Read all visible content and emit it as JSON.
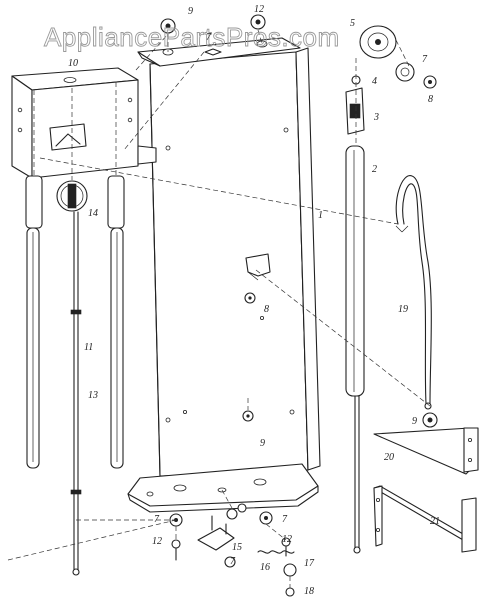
{
  "watermark": "AppliancePartsPros.com",
  "part_numbers": [
    "1",
    "2",
    "3",
    "4",
    "5",
    "7",
    "7",
    "7",
    "7",
    "7",
    "8",
    "8",
    "9",
    "9",
    "9",
    "10",
    "11",
    "12",
    "12",
    "12",
    "13",
    "14",
    "15",
    "16",
    "17",
    "18",
    "19",
    "20",
    "21"
  ],
  "colors": {
    "ink": "#222222",
    "paper": "#ffffff",
    "watermark": "#9a9a9a"
  }
}
